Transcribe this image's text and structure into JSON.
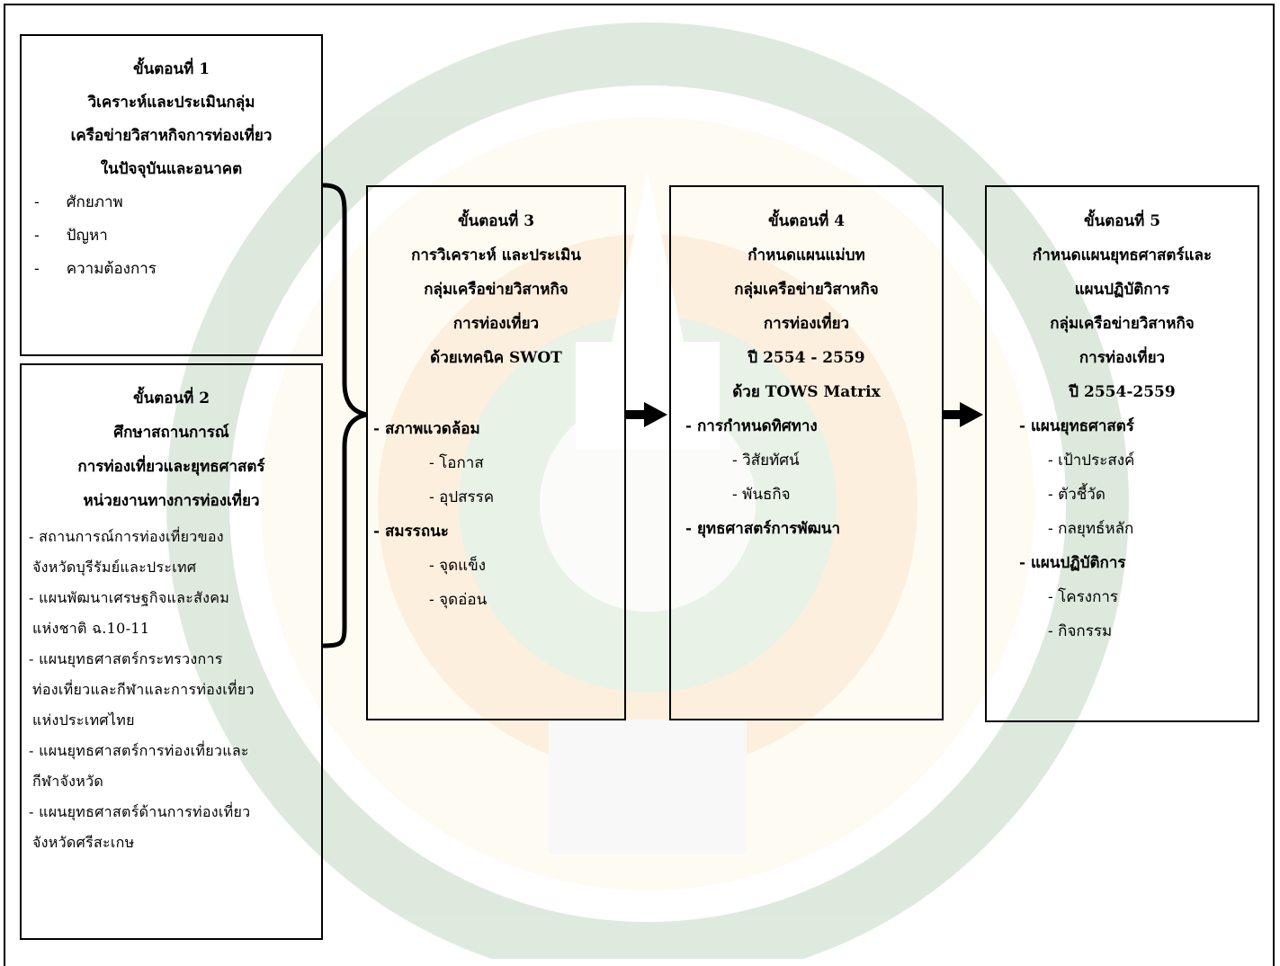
{
  "step1": {
    "title": "ขั้นตอนที่ 1",
    "lines": [
      "วิเคราะห์และประเมินกลุ่ม",
      "เครือข่ายวิสาหกิจการท่องเที่ยว",
      "ในปัจจุบันและอนาคต"
    ],
    "items": [
      "ศักยภาพ",
      "ปัญหา",
      "ความต้องการ"
    ]
  },
  "step2": {
    "title": "ขั้นตอนที่ 2",
    "lines": [
      "ศึกษาสถานการณ์",
      "การท่องเที่ยวและยุทธศาสตร์",
      "หน่วยงานทางการท่องเที่ยว"
    ],
    "items": [
      "- สถานการณ์การท่องเที่ยวของ",
      "จังหวัดบุรีรัมย์และประเทศ",
      "- แผนพัฒนาเศรษฐกิจและสังคม",
      "แห่งชาติ ฉ.10-11",
      "- แผนยุทธศาสตร์กระทรวงการ",
      "ท่องเที่ยวและกีฬาและการท่องเที่ยว",
      "แห่งประเทศไทย",
      "- แผนยุทธศาสตร์การท่องเที่ยวและ",
      "กีฬาจังหวัด",
      "- แผนยุทธศาสตร์ด้านการท่องเที่ยว",
      "จังหวัดศรีสะเกษ"
    ]
  },
  "step3": {
    "title": "ขั้นตอนที่ 3",
    "lines": [
      "การวิเคราะห์ และประเมิน",
      "กลุ่มเครือข่ายวิสาหกิจ",
      "การท่องเที่ยว",
      "ด้วยเทคนิค SWOT"
    ],
    "sections": [
      {
        "heading": "- สภาพแวดล้อม",
        "items": [
          "- โอกาส",
          "- อุปสรรค"
        ]
      },
      {
        "heading": "- สมรรถนะ",
        "items": [
          "- จุดแข็ง",
          "- จุดอ่อน"
        ]
      }
    ]
  },
  "step4": {
    "title": "ขั้นตอนที่ 4",
    "lines": [
      "กำหนดแผนแม่บท",
      "กลุ่มเครือข่ายวิสาหกิจ",
      "การท่องเที่ยว",
      "ปี 2554 - 2559",
      "ด้วย  TOWS Matrix"
    ],
    "sections": [
      {
        "heading": "- การกำหนดทิศทาง",
        "items": [
          "- วิสัยทัศน์",
          "- พันธกิจ"
        ]
      },
      {
        "heading": "- ยุทธศาสตร์การพัฒนา",
        "items": []
      }
    ]
  },
  "step5": {
    "title": "ขั้นตอนที่ 5",
    "lines": [
      "กำหนดแผนยุทธศาสตร์และ",
      "แผนปฏิบัติการ",
      "กลุ่มเครือข่ายวิสาหกิจ",
      "การท่องเที่ยว",
      "ปี 2554-2559"
    ],
    "sections": [
      {
        "heading": "- แผนยุทธศาสตร์",
        "items": [
          "- เป้าประสงค์",
          "- ตัวชี้วัด",
          "- กลยุทธ์หลัก"
        ]
      },
      {
        "heading": "- แผนปฏิบัติการ",
        "items": [
          "- โครงการ",
          "- กิจกรรม"
        ]
      }
    ]
  }
}
